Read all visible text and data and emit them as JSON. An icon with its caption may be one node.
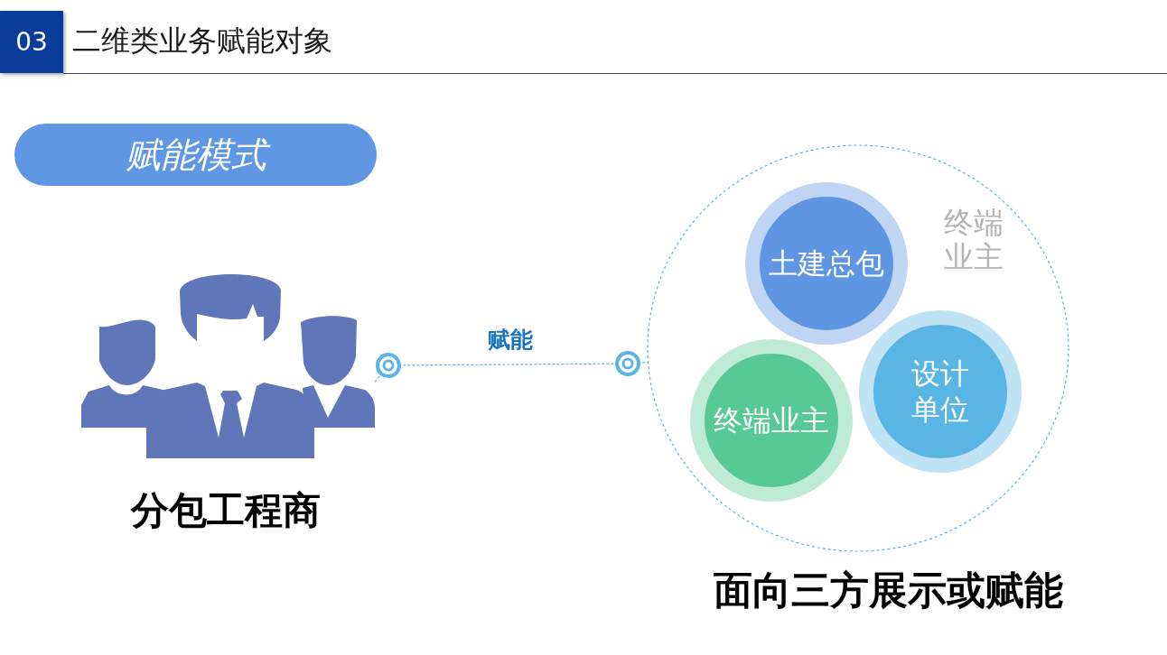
{
  "diagram": {
    "title": "二维类业务赋能对象",
    "nodes": [
      {
        "text": [
          "03"
        ]
      },
      {
        "text": [
          "赋能模式"
        ]
      },
      {
        "text": [],
        "shape": "person",
        "beside": [
          "分包工程商"
        ]
      },
      {
        "text": [],
        "shape": "circle",
        "beside": [
          "面向三方展示或赋能"
        ]
      },
      {
        "text": [
          "土建总包"
        ],
        "in": 3
      },
      {
        "text": [
          "设计单位"
        ],
        "in": 3
      },
      {
        "text": [
          "终端业主"
        ],
        "in": 3
      }
    ],
    "edges": [
      {
        "from": 2,
        "to": 3,
        "arrow": "other",
        "label": "赋能",
        "style": "dashed"
      }
    ],
    "labels": [
      "终端业主"
    ]
  }
}
